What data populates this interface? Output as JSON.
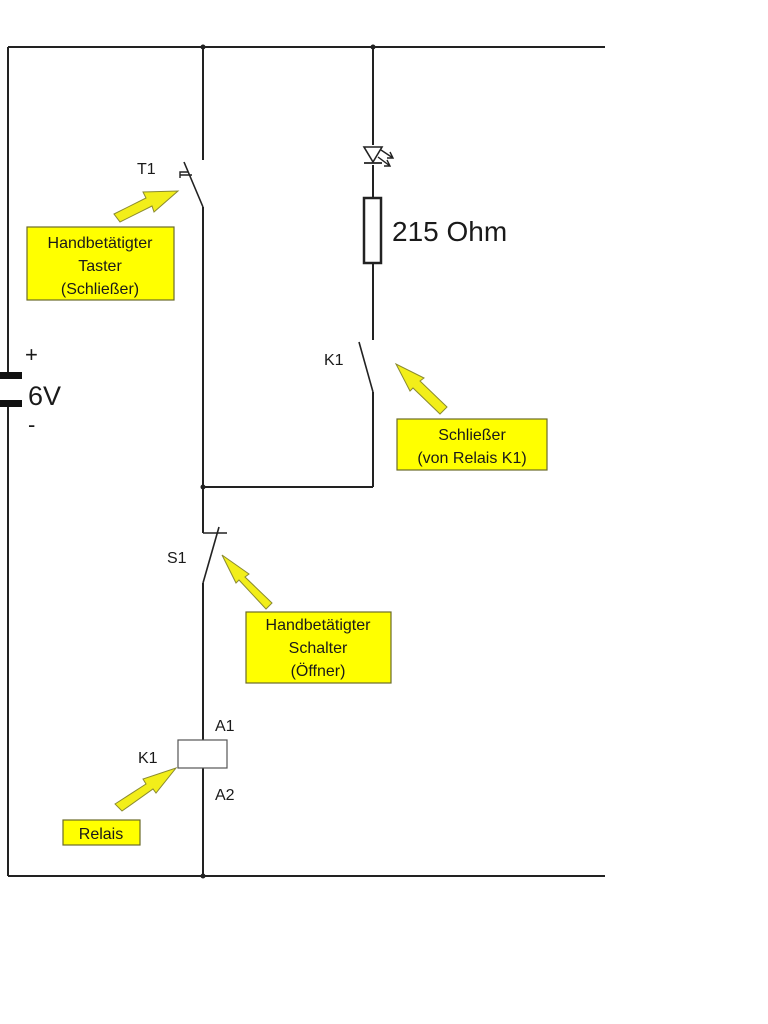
{
  "battery": {
    "plus": "+",
    "voltage": "6V",
    "minus": "-"
  },
  "components": {
    "pushbutton": "T1",
    "resistor_value": "215 Ohm",
    "relay_contact": "K1",
    "switch": "S1",
    "relay_coil": "K1",
    "coil_terminal_top": "A1",
    "coil_terminal_bottom": "A2"
  },
  "callouts": {
    "taster": [
      "Handbetätigter",
      "Taster",
      "(Schließer)"
    ],
    "schliesser": [
      "Schließer",
      "(von Relais K1)"
    ],
    "schalter": [
      "Handbetätigter",
      "Schalter",
      "(Öffner)"
    ],
    "relais": [
      "Relais"
    ]
  },
  "colors": {
    "callout_fill": "#ffff00",
    "arrow_fill": "#f2ee1a",
    "wire": "#222222"
  }
}
